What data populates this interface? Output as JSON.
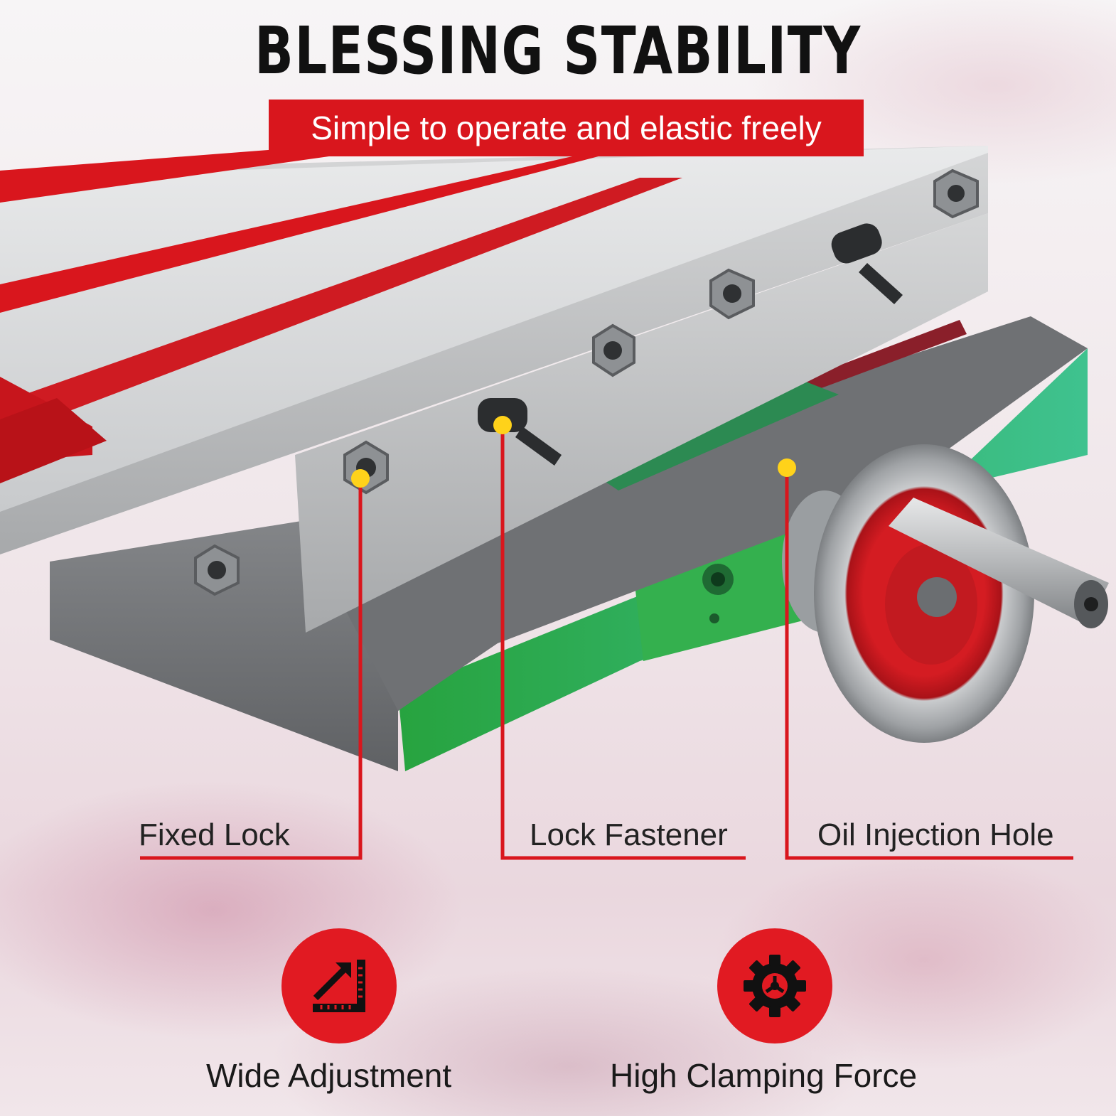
{
  "header": {
    "title": "BLESSING STABILITY",
    "subtitle": "Simple to operate and elastic freely"
  },
  "callouts": [
    {
      "label": "Fixed Lock"
    },
    {
      "label": "Lock Fastener"
    },
    {
      "label": "Oil Injection Hole"
    }
  ],
  "features": [
    {
      "label": "Wide Adjustment",
      "icon": "ruler-arrow-icon"
    },
    {
      "label": "High Clamping Force",
      "icon": "gear-icon"
    }
  ],
  "colors": {
    "accent_red": "#d9161d",
    "marker_yellow": "#ffd21a",
    "table_green": "#2fa24a",
    "steel": "#b9bcbf"
  }
}
